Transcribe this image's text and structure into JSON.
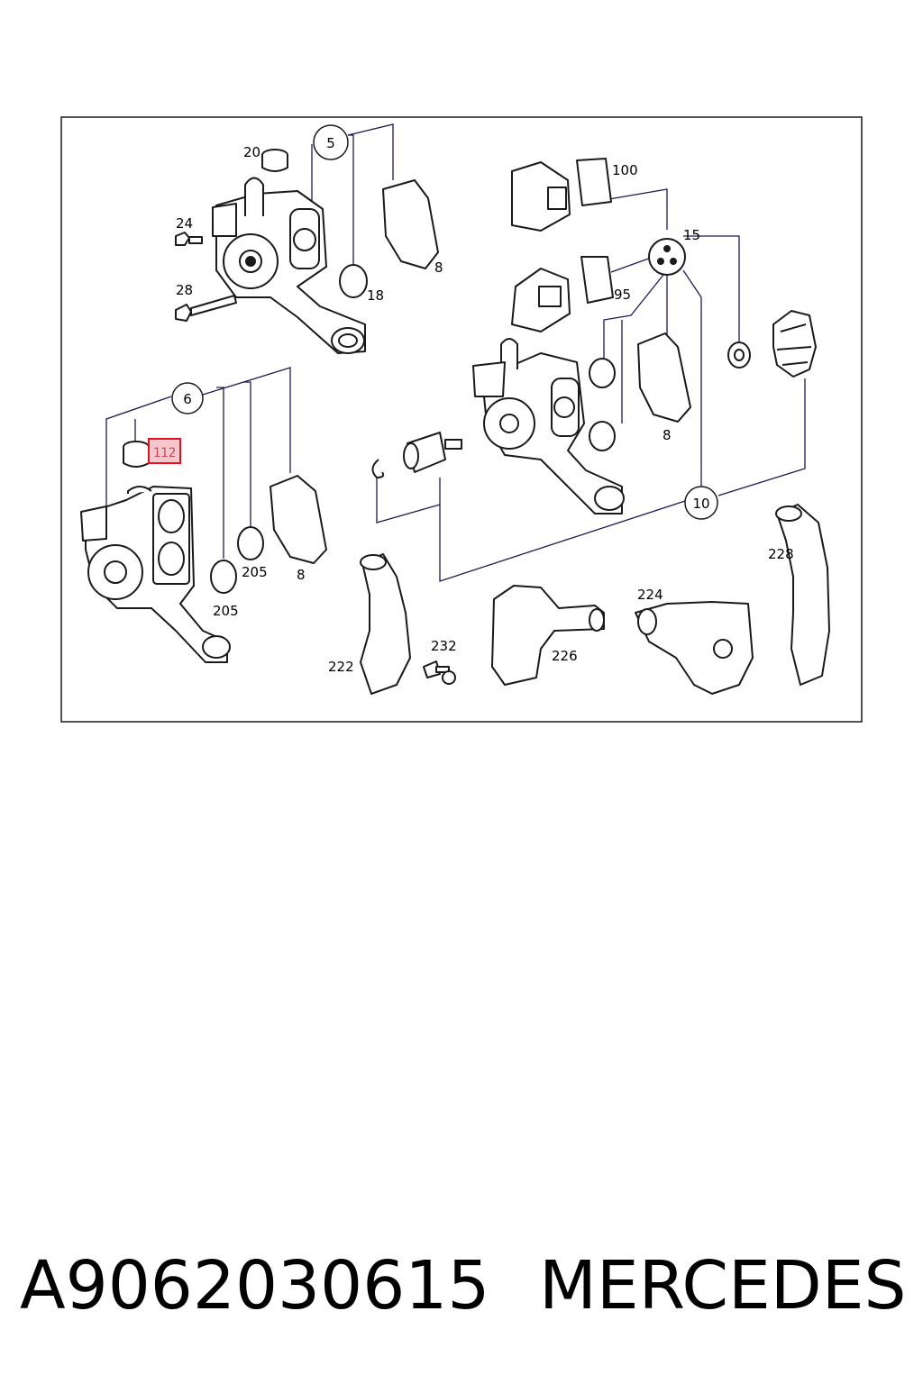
{
  "diagram": {
    "highlighted_label": "112",
    "callouts": {
      "c5": "5",
      "c6": "6",
      "c10": "10",
      "c15": "15"
    },
    "labels": {
      "l20": "20",
      "l24": "24",
      "l28": "28",
      "l18": "18",
      "l8a": "8",
      "l100": "100",
      "l95": "95",
      "l8b": "8",
      "l205a": "205",
      "l205b": "205",
      "l8c": "8",
      "l222": "222",
      "l232": "232",
      "l226": "226",
      "l224": "224",
      "l228": "228"
    },
    "colors": {
      "highlight_border": "#e0141e",
      "highlight_fill": "#f7c6cd",
      "line": "#1a1a1a",
      "leader": "#1b1b55"
    }
  },
  "footer": {
    "part_number": "A9062030615",
    "brand": "MERCEDES"
  }
}
